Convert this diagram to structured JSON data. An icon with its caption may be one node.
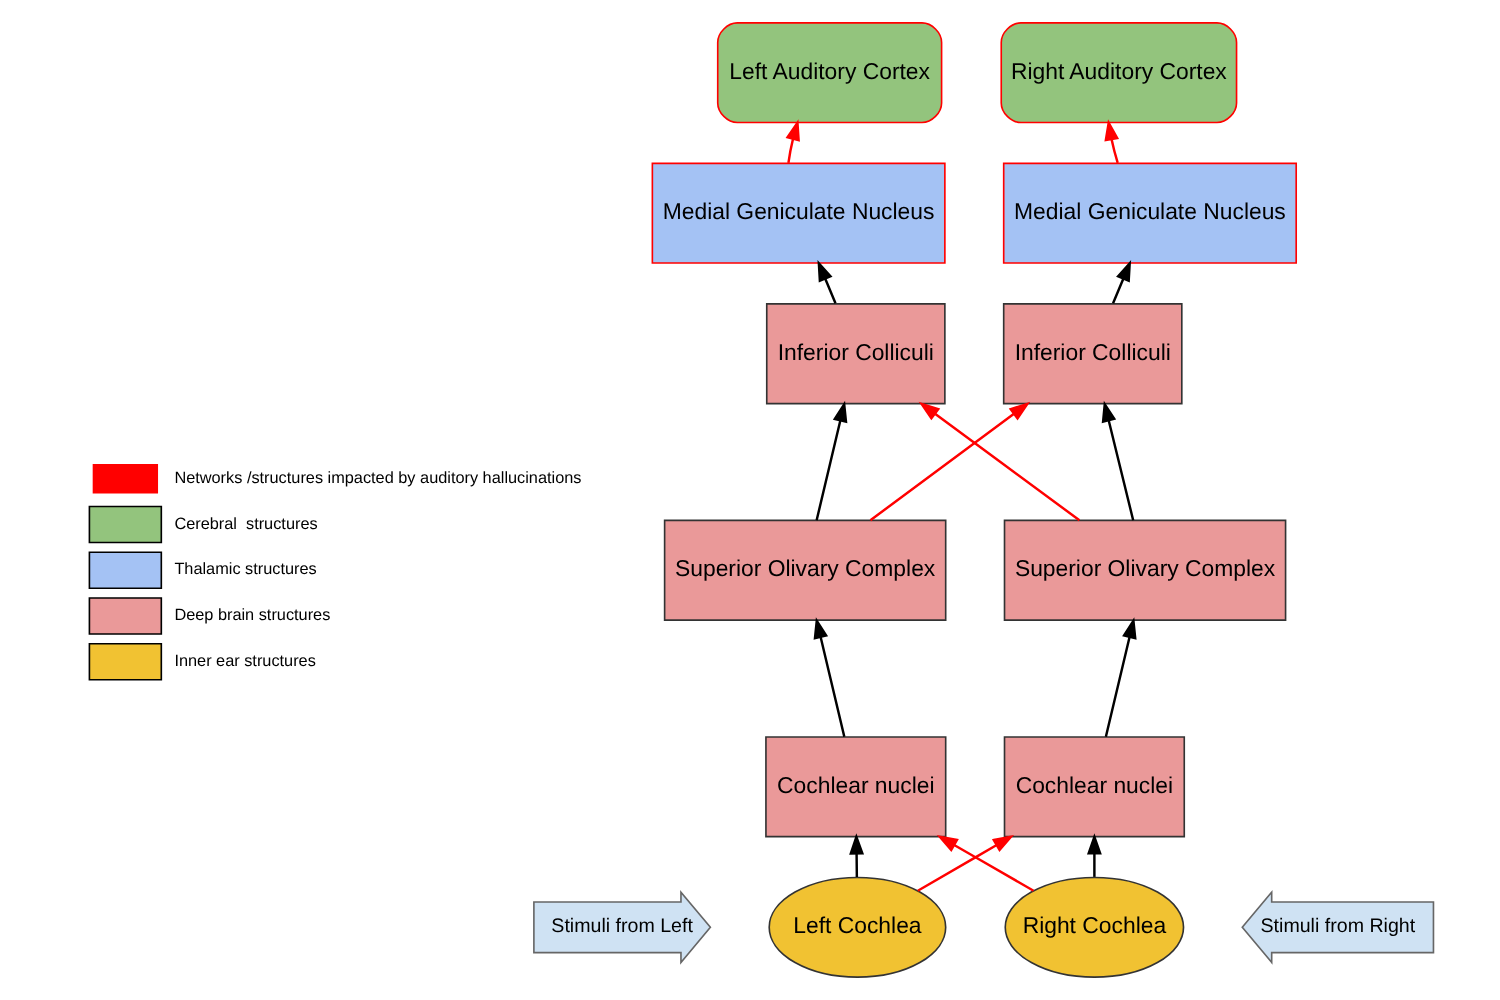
{
  "diagram": {
    "nodes": [
      {
        "text": [
          "Left Auditory Cortex"
        ]
      },
      {
        "text": [
          "Right Auditory Cortex"
        ]
      },
      {
        "text": [
          "Medial Geniculate Nucleus"
        ]
      },
      {
        "text": [
          "Medial Geniculate Nucleus"
        ]
      },
      {
        "text": [
          "Inferior Colliculi"
        ]
      },
      {
        "text": [
          "Inferior Colliculi"
        ]
      },
      {
        "text": [
          "Superior Olivary Complex"
        ]
      },
      {
        "text": [
          "Superior Olivary Complex"
        ]
      },
      {
        "text": [
          "Cochlear nuclei"
        ]
      },
      {
        "text": [
          "Cochlear nuclei"
        ]
      },
      {
        "text": [
          "Stimuli from Left"
        ]
      },
      {
        "text": [
          "Left Cochlea"
        ]
      },
      {
        "text": [
          "Right Cochlea"
        ]
      },
      {
        "text": [
          "Stimuli from Right"
        ]
      }
    ],
    "edges": [
      {
        "from": 2,
        "to": 0,
        "arrow": "to",
        "color": "#ff0000"
      },
      {
        "from": 3,
        "to": 1,
        "arrow": "to",
        "color": "#ff0000"
      },
      {
        "from": 4,
        "to": 2,
        "arrow": "to"
      },
      {
        "from": 5,
        "to": 3,
        "arrow": "to"
      },
      {
        "from": 6,
        "to": 4,
        "arrow": "to"
      },
      {
        "from": 6,
        "to": 5,
        "arrow": "to",
        "color": "#ff0000"
      },
      {
        "from": 7,
        "to": 4,
        "arrow": "to",
        "color": "#ff0000"
      },
      {
        "from": 7,
        "to": 5,
        "arrow": "to"
      },
      {
        "from": 8,
        "to": 6,
        "arrow": "to"
      },
      {
        "from": 9,
        "to": 7,
        "arrow": "to"
      },
      {
        "from": 11,
        "to": 8,
        "arrow": "to"
      },
      {
        "from": 11,
        "to": 9,
        "arrow": "to",
        "color": "#ff0000"
      },
      {
        "from": 12,
        "to": 8,
        "arrow": "to",
        "color": "#ff0000"
      },
      {
        "from": 12,
        "to": 9,
        "arrow": "to"
      }
    ],
    "legend": [
      {
        "text": "Networks /structures impacted by auditory hallucinations"
      },
      {
        "text": "Cerebral  structures",
        "color": "#93c47d"
      },
      {
        "text": "Thalamic structures",
        "color": "#a4c2f4"
      },
      {
        "text": "Deep brain structures",
        "color": "#ea9999"
      },
      {
        "text": "Inner ear structures",
        "color": "#f1c232"
      }
    ]
  }
}
